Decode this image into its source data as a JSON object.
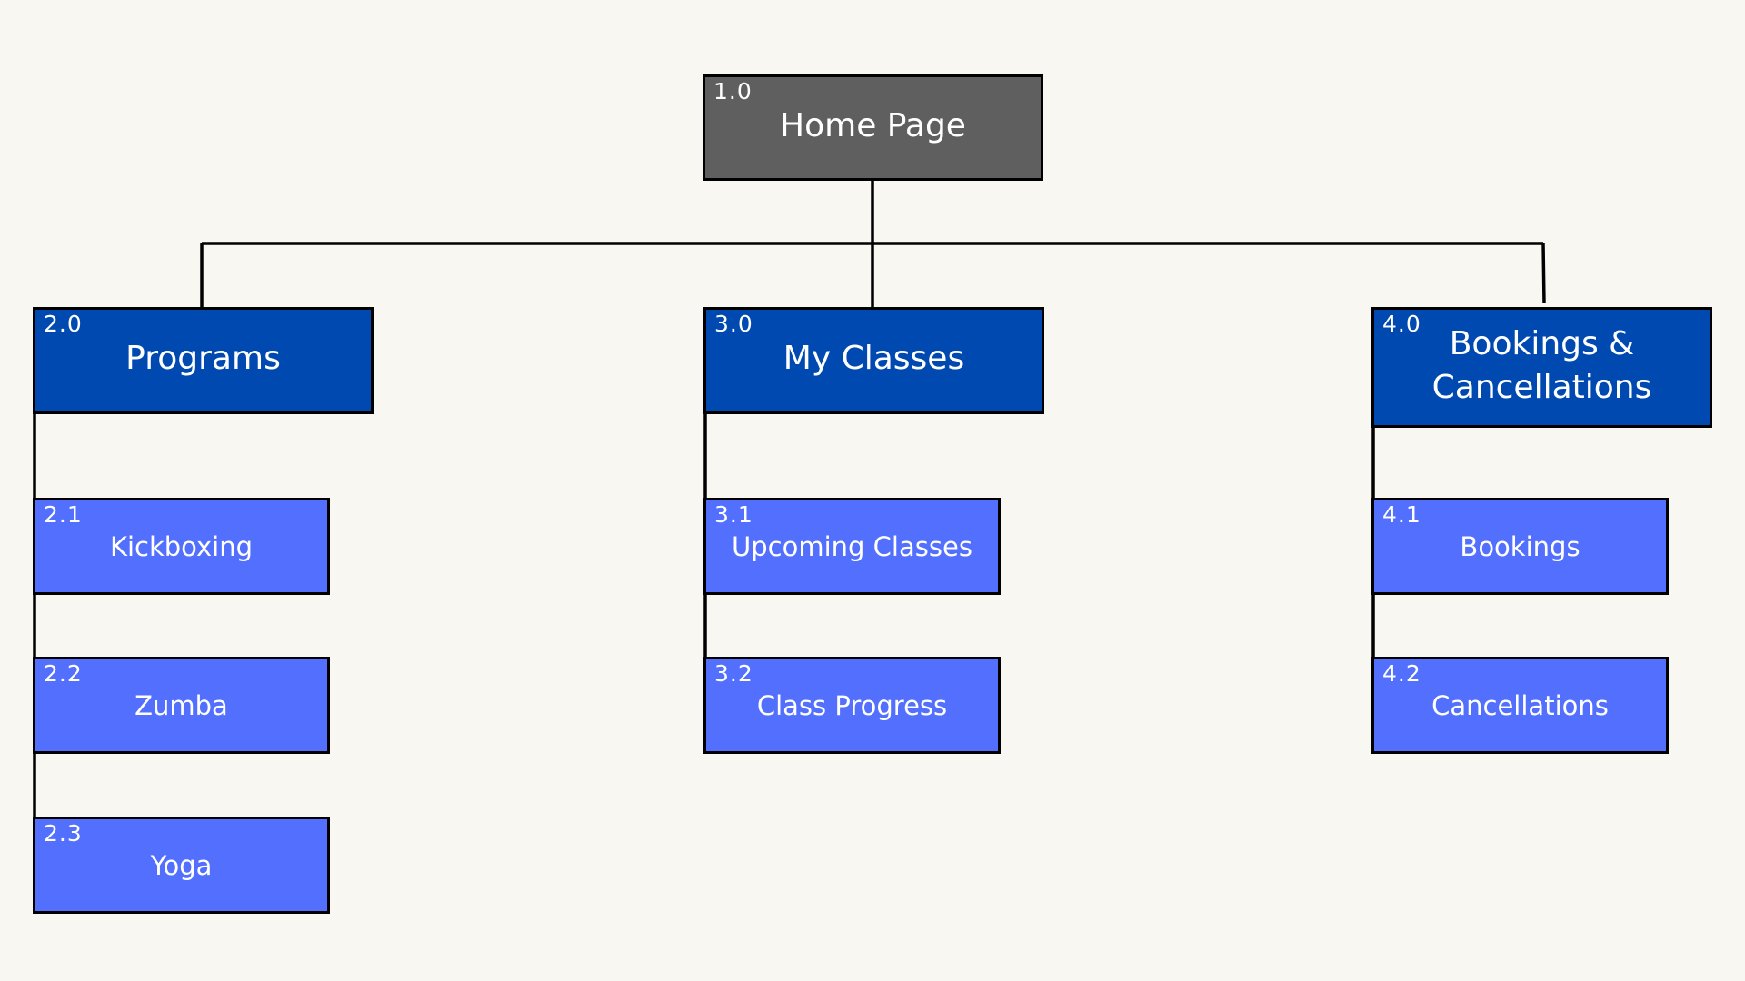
{
  "sitemap": {
    "root": {
      "number": "1.0",
      "label": "Home Page"
    },
    "sections": [
      {
        "number": "2.0",
        "label": "Programs",
        "children": [
          {
            "number": "2.1",
            "label": "Kickboxing"
          },
          {
            "number": "2.2",
            "label": "Zumba"
          },
          {
            "number": "2.3",
            "label": "Yoga"
          }
        ]
      },
      {
        "number": "3.0",
        "label": "My Classes",
        "children": [
          {
            "number": "3.1",
            "label": "Upcoming Classes"
          },
          {
            "number": "3.2",
            "label": "Class Progress"
          }
        ]
      },
      {
        "number": "4.0",
        "label": "Bookings & Cancellations",
        "children": [
          {
            "number": "4.1",
            "label": "Bookings"
          },
          {
            "number": "4.2",
            "label": "Cancellations"
          }
        ]
      }
    ]
  },
  "colors": {
    "background": "#f8f7f1",
    "root_box": "#5f5f5f",
    "section_box": "#0049b0",
    "page_box": "#526ffe",
    "border": "#000000",
    "text": "#ffffff"
  }
}
